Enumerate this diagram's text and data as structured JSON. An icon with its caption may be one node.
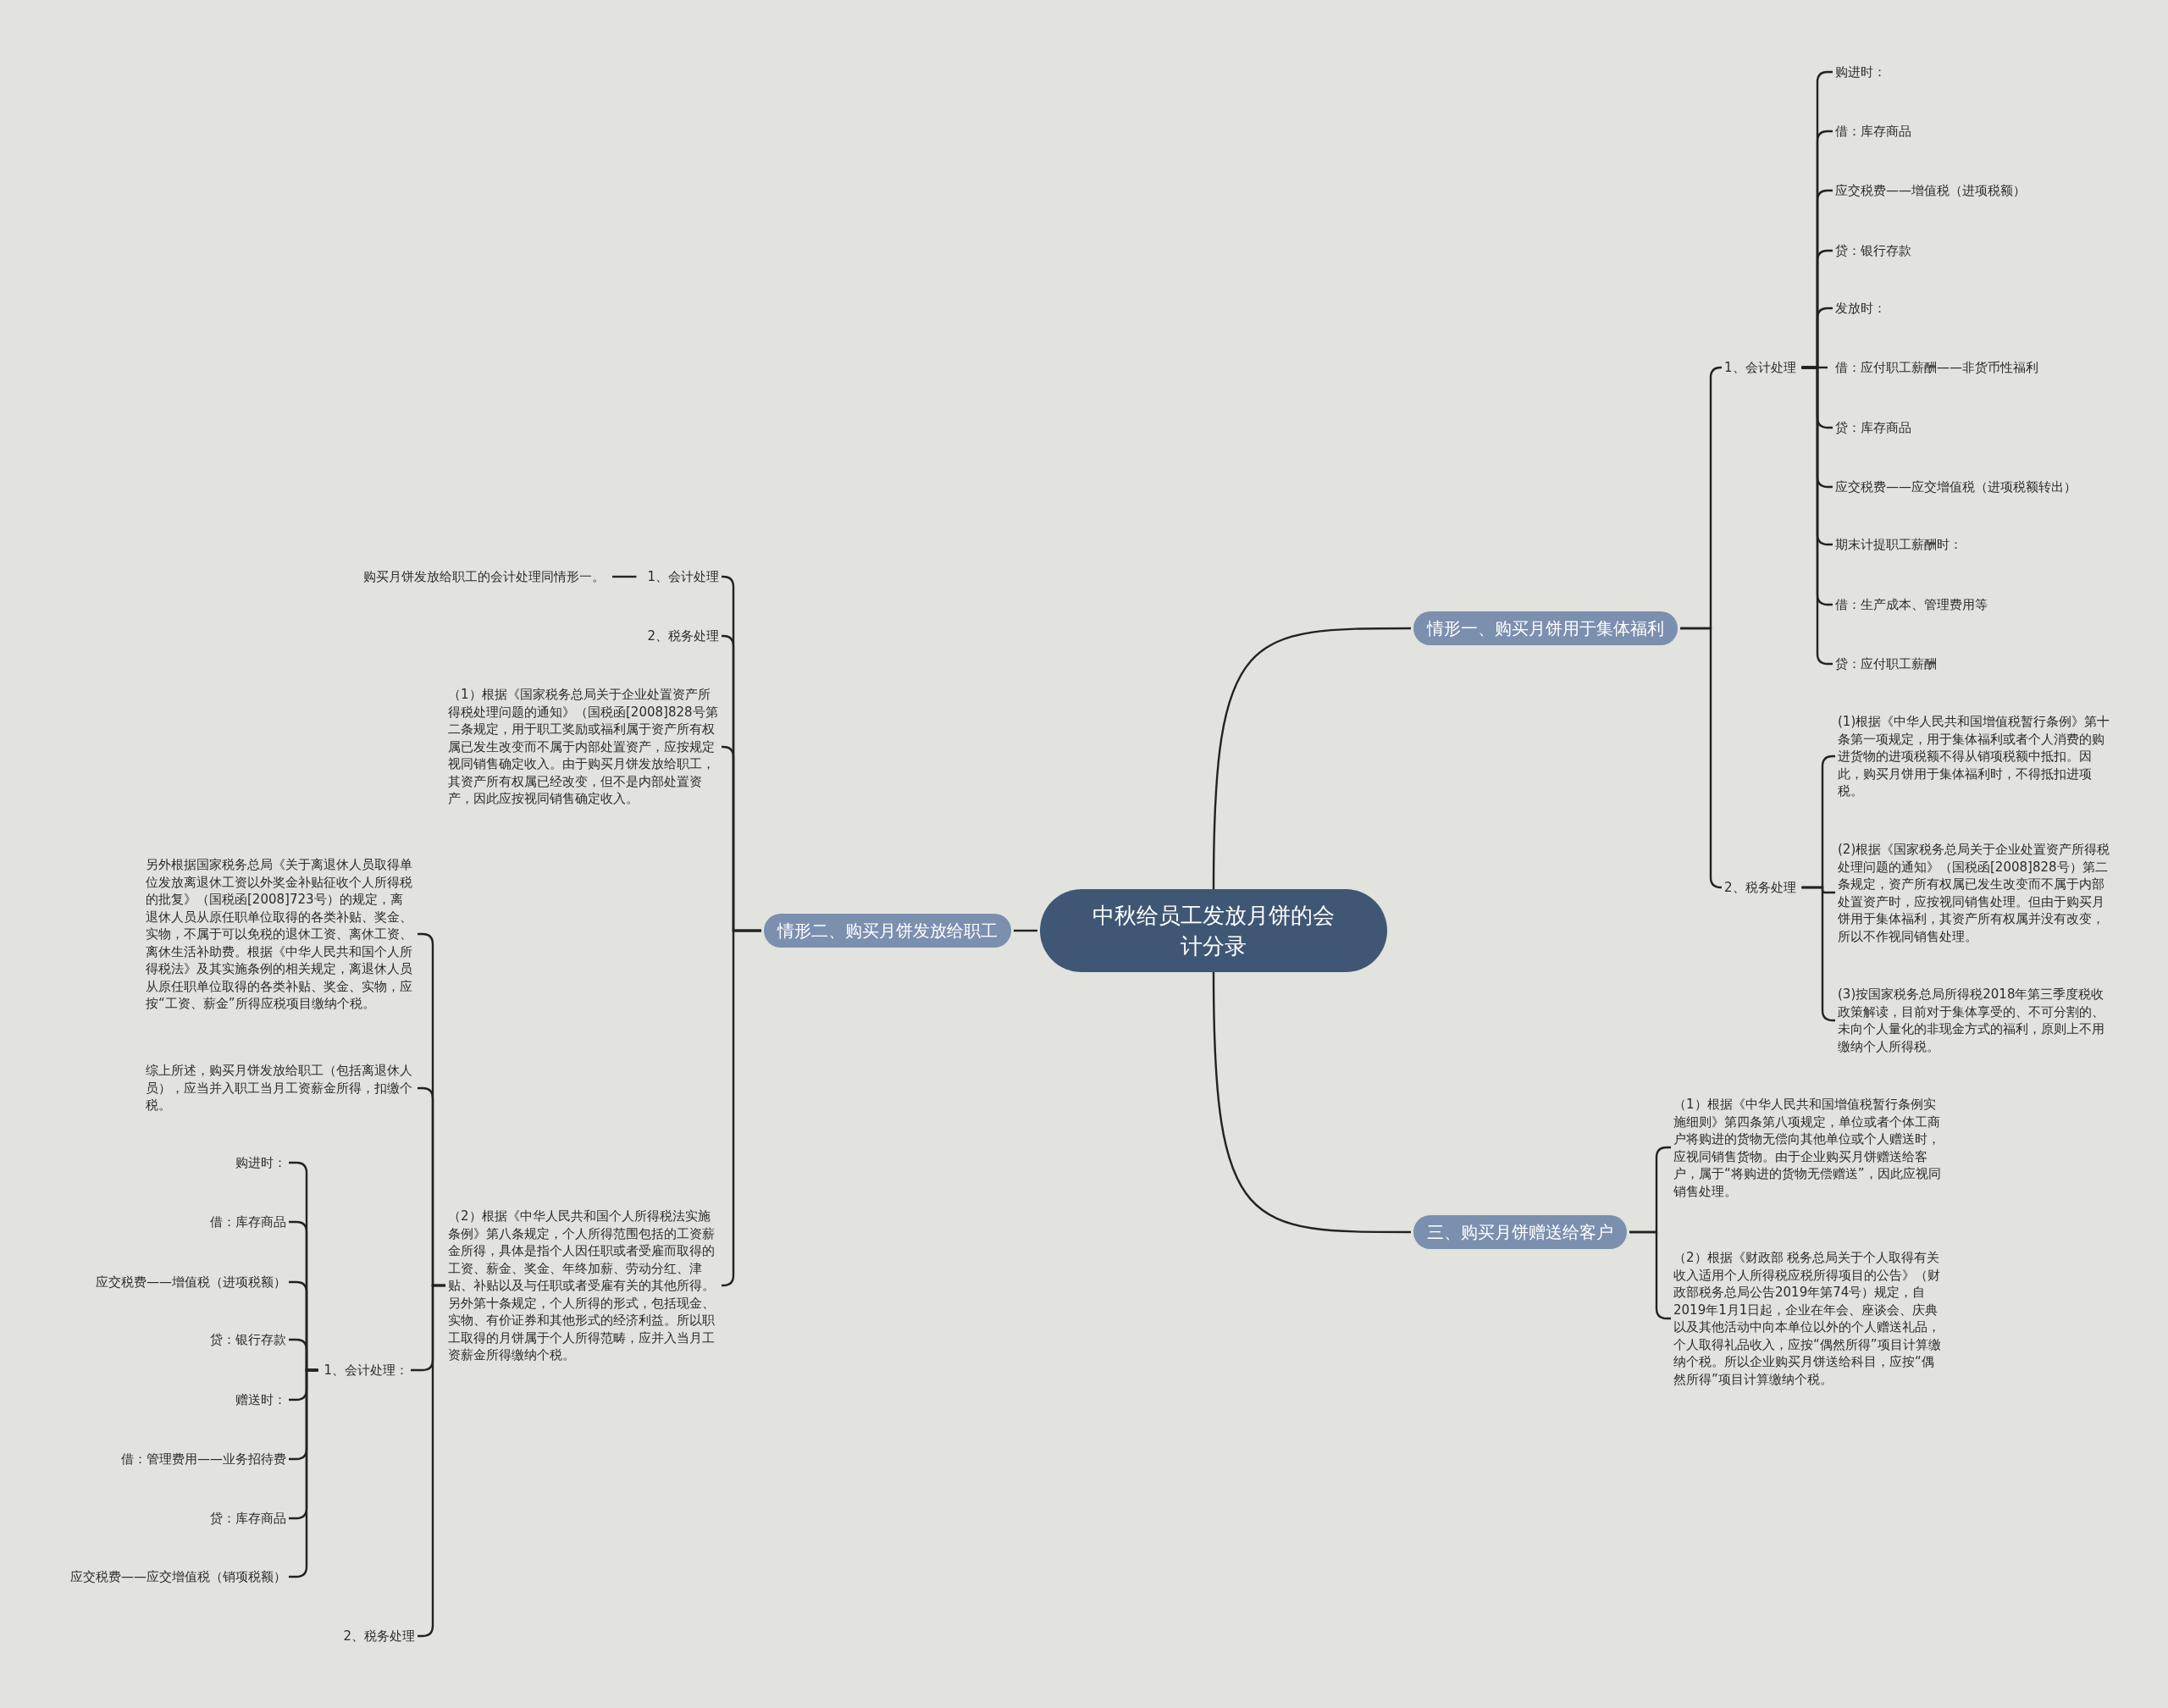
{
  "diagram": {
    "nodes": [
      {
        "text": [
          "中秋给员工发放月饼的会计分录"
        ]
      },
      {
        "text": [
          "情形一、购买月饼用于集体福利"
        ]
      },
      {
        "text": [
          "1、会计处理"
        ]
      },
      {
        "text": [
          "购进时："
        ]
      },
      {
        "text": [
          "借：库存商品"
        ]
      },
      {
        "text": [
          "应交税费——增值税（进项税额）"
        ]
      },
      {
        "text": [
          "贷：银行存款"
        ]
      },
      {
        "text": [
          "发放时："
        ]
      },
      {
        "text": [
          "借：应付职工薪酬——非货币性福利"
        ]
      },
      {
        "text": [
          "贷：库存商品"
        ]
      },
      {
        "text": [
          "应交税费——应交增值税（进项税额转出）"
        ]
      },
      {
        "text": [
          "期末计提职工薪酬时："
        ]
      },
      {
        "text": [
          "借：生产成本、管理费用等"
        ]
      },
      {
        "text": [
          "贷：应付职工薪酬"
        ]
      },
      {
        "text": [
          "2、税务处理"
        ]
      },
      {
        "text": [
          "(1)根据《中华人民共和国增值税暂行条例》第十条第一项规定，用于集体福利或者个人消费的购进货物的进项税额不得从销项税额中抵扣。因此，购买月饼用于集体福利时，不得抵扣进项税。"
        ]
      },
      {
        "text": [
          "(2)根据《国家税务总局关于企业处置资产所得税处理问题的通知》（国税函[2008]828号）第二条规定，资产所有权属已发生改变而不属于内部处置资产时，应按视同销售处理。但由于购买月饼用于集体福利，其资产所有权属并没有改变，所以不作视同销售处理。"
        ]
      },
      {
        "text": [
          "(3)按国家税务总局所得税2018年第三季度税收政策解读，目前对于集体享受的、不可分割的、未向个人量化的非现金方式的福利，原则上不用缴纳个人所得税。"
        ]
      },
      {
        "text": [
          "三、购买月饼赠送给客户"
        ]
      },
      {
        "text": [
          "（1）根据《中华人民共和国增值税暂行条例实施细则》第四条第八项规定，单位或者个体工商户将购进的货物无偿向其他单位或个人赠送时，应视同销售货物。由于企业购买月饼赠送给客户，属于“将购进的货物无偿赠送”，因此应视同销售处理。"
        ]
      },
      {
        "text": [
          "（2）根据《财政部 税务总局关于个人取得有关收入适用个人所得税应税所得项目的公告》（财政部税务总局公告2019年第74号）规定，自2019年1月1日起，企业在年会、座谈会、庆典以及其他活动中向本单位以外的个人赠送礼品，个人取得礼品收入，应按“偶然所得”项目计算缴纳个税。所以企业购买月饼送给科目，应按“偶然所得”项目计算缴纳个税。"
        ]
      },
      {
        "text": [
          "情形二、购买月饼发放给职工"
        ]
      },
      {
        "text": [
          "1、会计处理"
        ]
      },
      {
        "text": [
          "购买月饼发放给职工的会计处理同情形一。"
        ]
      },
      {
        "text": [
          "2、税务处理"
        ]
      },
      {
        "text": [
          "（1）根据《国家税务总局关于企业处置资产所得税处理问题的通知》（国税函[2008]828号第二条规定，用于职工奖励或福利属于资产所有权属已发生改变而不属于内部处置资产，应按规定视同销售确定收入。由于购买月饼发放给职工，其资产所有权属已经改变，但不是内部处置资产，因此应按视同销售确定收入。"
        ]
      },
      {
        "text": [
          "（2）根据《中华人民共和国个人所得税法实施条例》第八条规定，个人所得范围包括的工资薪金所得，具体是指个人因任职或者受雇而取得的工资、薪金、奖金、年终加薪、劳动分红、津贴、补贴以及与任职或者受雇有关的其他所得。另外第十条规定，个人所得的形式，包括现金、实物、有价证券和其他形式的经济利益。所以职工取得的月饼属于个人所得范畴，应并入当月工资薪金所得缴纳个税。"
        ]
      },
      {
        "text": [
          "另外根据国家税务总局《关于离退休人员取得单位发放离退休工资以外奖金补贴征收个人所得税的批复》（国税函[2008]723号）的规定，离退休人员从原任职单位取得的各类补贴、奖金、实物，不属于可以免税的退休工资、离休工资、离休生活补助费。根据《中华人民共和国个人所得税法》及其实施条例的相关规定，离退休人员从原任职单位取得的各类补贴、奖金、实物，应按“工资、薪金”所得应税项目缴纳个税。"
        ]
      },
      {
        "text": [
          "综上所述，购买月饼发放给职工（包括离退休人员），应当并入职工当月工资薪金所得，扣缴个税。"
        ]
      },
      {
        "text": [
          "1、会计处理："
        ]
      },
      {
        "text": [
          "购进时："
        ]
      },
      {
        "text": [
          "借：库存商品"
        ]
      },
      {
        "text": [
          "应交税费——增值税（进项税额）"
        ]
      },
      {
        "text": [
          "贷：银行存款"
        ]
      },
      {
        "text": [
          "赠送时："
        ]
      },
      {
        "text": [
          "借：管理费用——业务招待费"
        ]
      },
      {
        "text": [
          "贷：库存商品"
        ]
      },
      {
        "text": [
          "应交税费——应交增值税（销项税额）"
        ]
      },
      {
        "text": [
          "2、税务处理"
        ]
      }
    ],
    "edges": [
      {
        "from": 0,
        "to": 1,
        "arrow": "none"
      },
      {
        "from": 1,
        "to": 2,
        "arrow": "none"
      },
      {
        "from": 2,
        "to": 3,
        "arrow": "none"
      },
      {
        "from": 2,
        "to": 4,
        "arrow": "none"
      },
      {
        "from": 2,
        "to": 5,
        "arrow": "none"
      },
      {
        "from": 2,
        "to": 6,
        "arrow": "none"
      },
      {
        "from": 2,
        "to": 7,
        "arrow": "none"
      },
      {
        "from": 2,
        "to": 8,
        "arrow": "none"
      },
      {
        "from": 2,
        "to": 9,
        "arrow": "none"
      },
      {
        "from": 2,
        "to": 10,
        "arrow": "none"
      },
      {
        "from": 2,
        "to": 11,
        "arrow": "none"
      },
      {
        "from": 2,
        "to": 12,
        "arrow": "none"
      },
      {
        "from": 2,
        "to": 13,
        "arrow": "none"
      },
      {
        "from": 1,
        "to": 14,
        "arrow": "none"
      },
      {
        "from": 14,
        "to": 15,
        "arrow": "none"
      },
      {
        "from": 14,
        "to": 16,
        "arrow": "none"
      },
      {
        "from": 14,
        "to": 17,
        "arrow": "none"
      },
      {
        "from": 0,
        "to": 18,
        "arrow": "none"
      },
      {
        "from": 18,
        "to": 19,
        "arrow": "none"
      },
      {
        "from": 18,
        "to": 20,
        "arrow": "none"
      },
      {
        "from": 0,
        "to": 21,
        "arrow": "none"
      },
      {
        "from": 21,
        "to": 22,
        "arrow": "none"
      },
      {
        "from": 22,
        "to": 23,
        "arrow": "none"
      },
      {
        "from": 21,
        "to": 24,
        "arrow": "none"
      },
      {
        "from": 21,
        "to": 25,
        "arrow": "none"
      },
      {
        "from": 21,
        "to": 26,
        "arrow": "none"
      },
      {
        "from": 26,
        "to": 27,
        "arrow": "none"
      },
      {
        "from": 26,
        "to": 28,
        "arrow": "none"
      },
      {
        "from": 26,
        "to": 29,
        "arrow": "none"
      },
      {
        "from": 29,
        "to": 30,
        "arrow": "none"
      },
      {
        "from": 29,
        "to": 31,
        "arrow": "none"
      },
      {
        "from": 29,
        "to": 32,
        "arrow": "none"
      },
      {
        "from": 29,
        "to": 33,
        "arrow": "none"
      },
      {
        "from": 29,
        "to": 34,
        "arrow": "none"
      },
      {
        "from": 29,
        "to": 35,
        "arrow": "none"
      },
      {
        "from": 29,
        "to": 36,
        "arrow": "none"
      },
      {
        "from": 29,
        "to": 37,
        "arrow": "none"
      },
      {
        "from": 26,
        "to": 38,
        "arrow": "none"
      }
    ]
  }
}
